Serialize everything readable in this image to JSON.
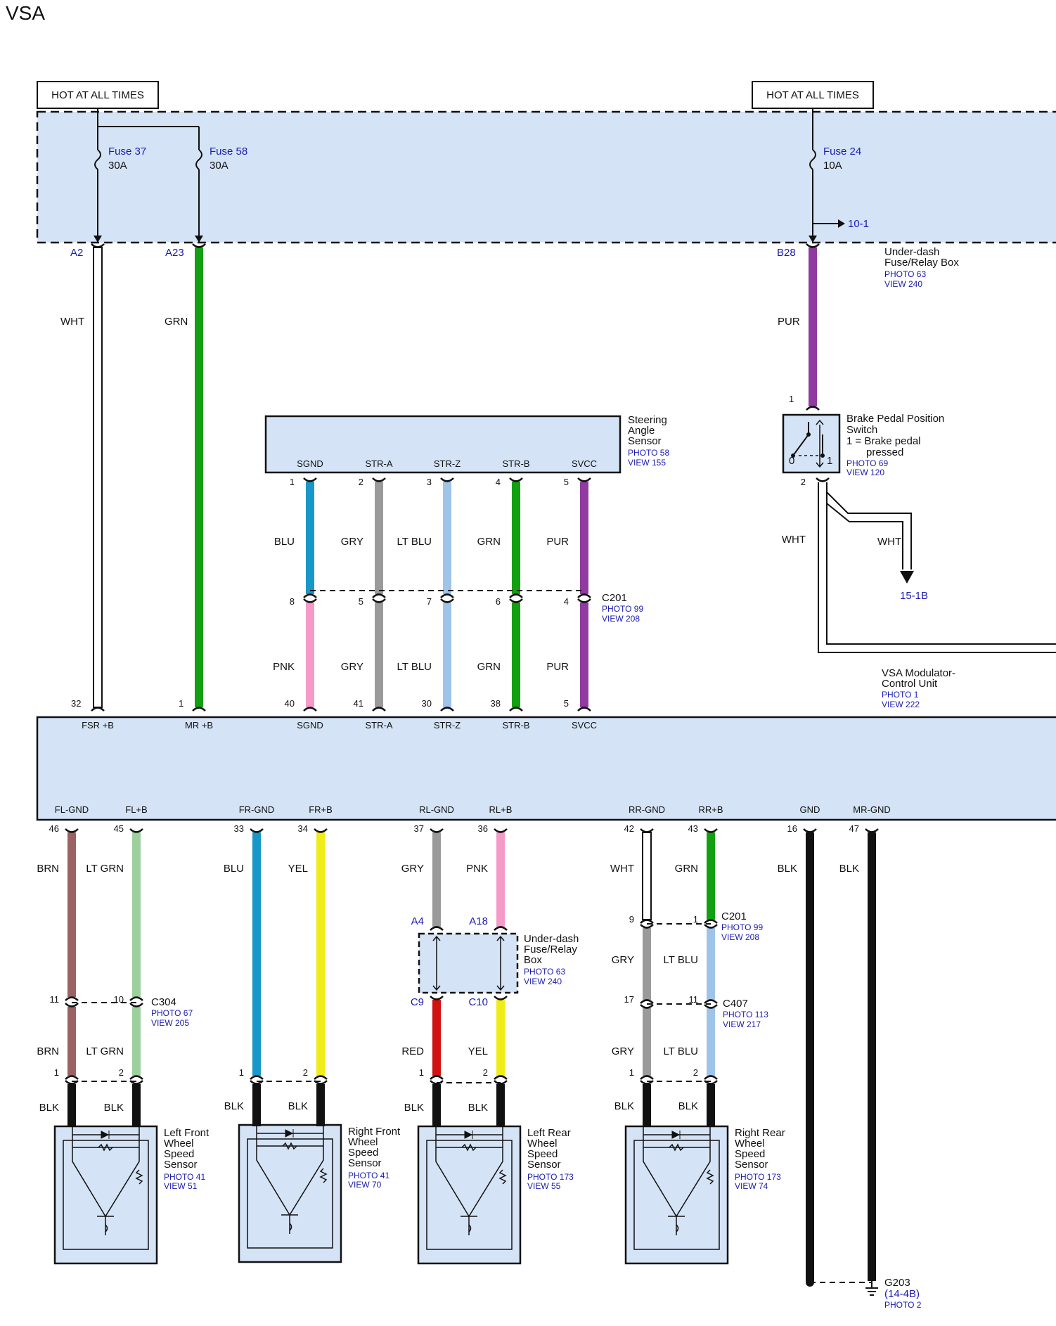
{
  "title": "VSA",
  "colors": {
    "box_fill": "#d4e3f5",
    "label_blue": "#1b1bb0",
    "WHT": "#ffffff",
    "GRN": "#12a012",
    "PUR": "#8f3b9f",
    "BLU": "#1897c8",
    "GRY": "#9a9a9a",
    "LT BLU": "#9ec4ea",
    "PNK": "#f59ac8",
    "BRN": "#9a6262",
    "LT GRN": "#9dd09d",
    "YEL": "#f0ec18",
    "RED": "#d11212",
    "BLK": "#111111"
  },
  "power_labels": [
    "HOT AT ALL TIMES",
    "HOT AT ALL TIMES"
  ],
  "fuses": [
    {
      "name": "Fuse 37",
      "rating": "30A"
    },
    {
      "name": "Fuse 58",
      "rating": "30A"
    },
    {
      "name": "Fuse 24",
      "rating": "10A"
    }
  ],
  "ref_10_1": "10-1",
  "ref_15_1b": "15-1B",
  "fuse_box": {
    "name": [
      "Under-dash",
      "Fuse/Relay Box"
    ],
    "photo": "PHOTO 63",
    "view": "VIEW 240"
  },
  "fuse_box_pins": [
    "A2",
    "A23",
    "B28"
  ],
  "steering": {
    "name": [
      "Steering",
      "Angle",
      "Sensor"
    ],
    "photo": "PHOTO 58",
    "view": "VIEW 155",
    "terms": [
      "SGND",
      "STR-A",
      "STR-Z",
      "STR-B",
      "SVCC"
    ]
  },
  "brake": {
    "name": [
      "Brake Pedal Position",
      "Switch",
      "1 = Brake pedal",
      "pressed"
    ],
    "photo": "PHOTO 69",
    "view": "VIEW 120",
    "pos0": "0",
    "pos1": "1"
  },
  "c201_top": {
    "name": "C201",
    "photo": "PHOTO 99",
    "view": "VIEW 208"
  },
  "vsa": {
    "name": [
      "VSA Modulator-",
      "Control Unit"
    ],
    "photo": "PHOTO 1",
    "view": "VIEW 222"
  },
  "vsa_top_terms": [
    "FSR +B",
    "MR +B",
    "SGND",
    "STR-A",
    "STR-Z",
    "STR-B",
    "SVCC"
  ],
  "vsa_bottom_terms": [
    "FL-GND",
    "FL+B",
    "FR-GND",
    "FR+B",
    "RL-GND",
    "RL+B",
    "RR-GND",
    "RR+B",
    "GND",
    "MR-GND"
  ],
  "top_wires": [
    {
      "color": "WHT",
      "top_pin": "A2",
      "bottom_pin": "32",
      "label": "WHT"
    },
    {
      "color": "GRN",
      "top_pin": "A23",
      "bottom_pin": "1",
      "label": "GRN"
    },
    {
      "color": "PUR",
      "top_pin": "B28",
      "bottom_pin": "1",
      "label": "PUR"
    }
  ],
  "steer_wires": [
    {
      "upper": "BLU",
      "lower": "PNK",
      "p1": "1",
      "p2": "8",
      "p3": "40"
    },
    {
      "upper": "GRY",
      "lower": "GRY",
      "p1": "2",
      "p2": "5",
      "p3": "41"
    },
    {
      "upper": "LT BLU",
      "lower": "LT BLU",
      "p1": "3",
      "p2": "7",
      "p3": "30"
    },
    {
      "upper": "GRN",
      "lower": "GRN",
      "p1": "4",
      "p2": "6",
      "p3": "38"
    },
    {
      "upper": "PUR",
      "lower": "PUR",
      "p1": "5",
      "p2": "4",
      "p3": "5"
    }
  ],
  "brake_out": {
    "pin": "2",
    "wire_a": "WHT",
    "wire_b": "WHT"
  },
  "fl": {
    "pins": [
      "46",
      "45"
    ],
    "colors": [
      "BRN",
      "LT GRN"
    ],
    "conn": "C304",
    "conn_photo": "PHOTO 67",
    "conn_view": "VIEW 205",
    "conn_pins": [
      "11",
      "10"
    ],
    "colors2": [
      "BRN",
      "LT GRN"
    ],
    "sensor_pins": [
      "1",
      "2"
    ],
    "pig": [
      "BLK",
      "BLK"
    ],
    "name": [
      "Left Front",
      "Wheel",
      "Speed",
      "Sensor"
    ],
    "photo": "PHOTO 41",
    "view": "VIEW 51"
  },
  "fr": {
    "pins": [
      "33",
      "34"
    ],
    "colors": [
      "BLU",
      "YEL"
    ],
    "sensor_pins": [
      "1",
      "2"
    ],
    "pig": [
      "BLK",
      "BLK"
    ],
    "name": [
      "Right Front",
      "Wheel",
      "Speed",
      "Sensor"
    ],
    "photo": "PHOTO 41",
    "view": "VIEW 70"
  },
  "rl": {
    "pins": [
      "37",
      "36"
    ],
    "colors": [
      "GRY",
      "PNK"
    ],
    "box_pins_top": [
      "A4",
      "A18"
    ],
    "box_pins_bottom": [
      "C9",
      "C10"
    ],
    "box": [
      "Under-dash",
      "Fuse/Relay",
      "Box"
    ],
    "box_photo": "PHOTO 63",
    "box_view": "VIEW 240",
    "colors2": [
      "RED",
      "YEL"
    ],
    "sensor_pins": [
      "1",
      "2"
    ],
    "pig": [
      "BLK",
      "BLK"
    ],
    "name": [
      "Left Rear",
      "Wheel",
      "Speed",
      "Sensor"
    ],
    "photo": "PHOTO 173",
    "view": "VIEW 55"
  },
  "rr": {
    "pins": [
      "42",
      "43"
    ],
    "colors": [
      "WHT",
      "GRN"
    ],
    "c201": {
      "name": "C201",
      "photo": "PHOTO 99",
      "view": "VIEW 208",
      "pins": [
        "9",
        "1"
      ]
    },
    "colors2": [
      "GRY",
      "LT BLU"
    ],
    "c407": {
      "name": "C407",
      "photo": "PHOTO 113",
      "view": "VIEW 217",
      "pins": [
        "17",
        "11"
      ]
    },
    "colors3": [
      "GRY",
      "LT BLU"
    ],
    "sensor_pins": [
      "1",
      "2"
    ],
    "pig": [
      "BLK",
      "BLK"
    ],
    "name": [
      "Right Rear",
      "Wheel",
      "Speed",
      "Sensor"
    ],
    "photo": "PHOTO 173",
    "view": "VIEW 74"
  },
  "grounds": {
    "pins": [
      "16",
      "47"
    ],
    "colors": [
      "BLK",
      "BLK"
    ],
    "g_name": "G203",
    "g_ref": "(14-4B)",
    "g_photo": "PHOTO 2"
  }
}
